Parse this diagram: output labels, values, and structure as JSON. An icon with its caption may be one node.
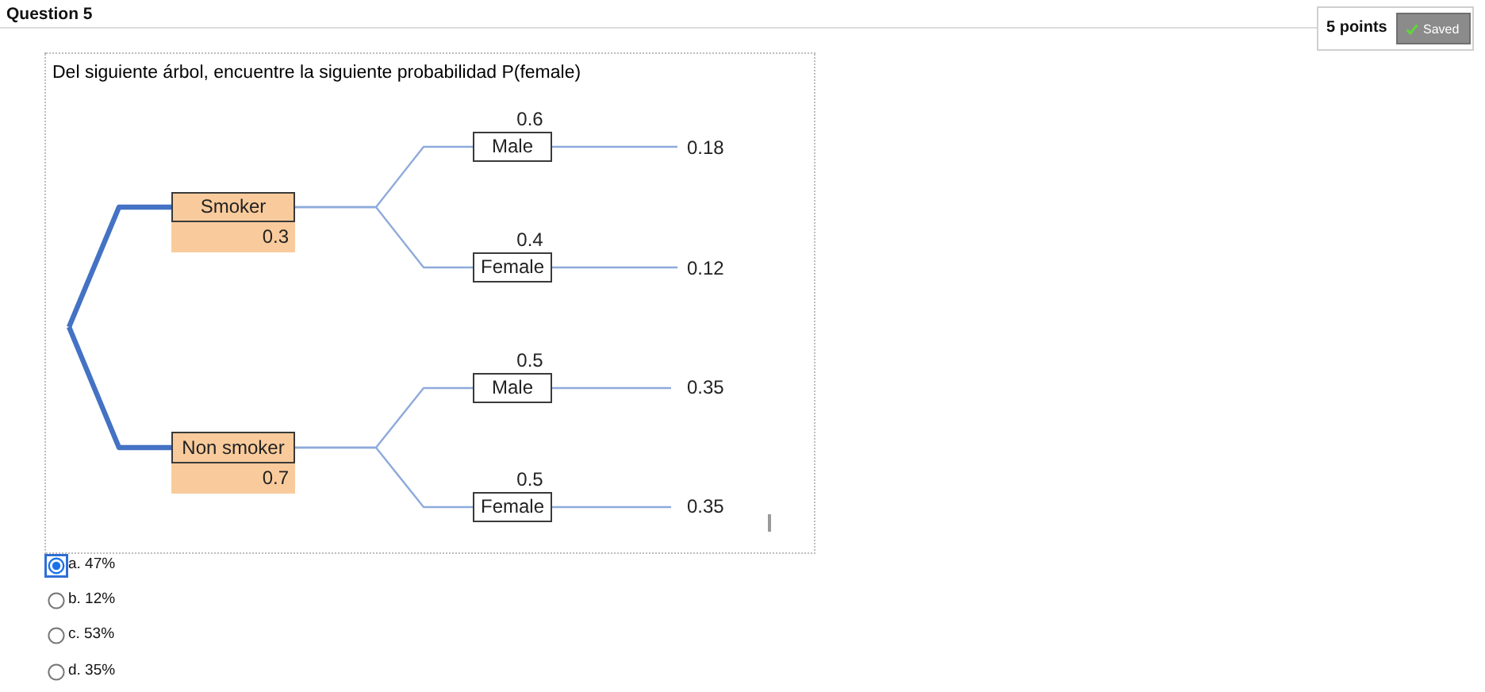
{
  "diagram": {
    "title": "Question 5",
    "nodes": [
      {
        "text": [
          "Smoker",
          "0.3"
        ]
      },
      {
        "text": [
          "Male"
        ],
        "beside": [
          "0.6"
        ]
      },
      {
        "text": [
          "0.18"
        ]
      },
      {
        "text": [
          "Female"
        ],
        "beside": [
          "0.4"
        ]
      },
      {
        "text": [
          "0.12"
        ]
      },
      {
        "text": [
          "Non smoker",
          "0.7"
        ]
      },
      {
        "text": [
          "Male"
        ],
        "beside": [
          "0.5"
        ]
      },
      {
        "text": [
          "0.35"
        ]
      },
      {
        "text": [
          "Female"
        ],
        "beside": [
          "0.5"
        ]
      },
      {
        "text": [
          "0.35"
        ]
      }
    ],
    "edges": [
      {
        "from": null,
        "to": 0,
        "arrow": "none",
        "style": "thick",
        "color": "#4472c4"
      },
      {
        "from": null,
        "to": 5,
        "arrow": "none",
        "style": "thick",
        "color": "#4472c4"
      },
      {
        "from": 0,
        "to": 1,
        "arrow": "none"
      },
      {
        "from": 0,
        "to": 3,
        "arrow": "none"
      },
      {
        "from": 1,
        "to": 2,
        "arrow": "none"
      },
      {
        "from": 3,
        "to": 4,
        "arrow": "none"
      },
      {
        "from": 5,
        "to": 6,
        "arrow": "none"
      },
      {
        "from": 5,
        "to": 8,
        "arrow": "none"
      },
      {
        "from": 6,
        "to": 7,
        "arrow": "none"
      },
      {
        "from": 8,
        "to": 9,
        "arrow": "none"
      }
    ],
    "labels": [
      "5 points",
      "Saved",
      "Del siguiente árbol, encuentre la siguiente probabilidad P(female)",
      "a. 47%",
      "b. 12%",
      "c. 53%",
      "d. 35%"
    ]
  }
}
